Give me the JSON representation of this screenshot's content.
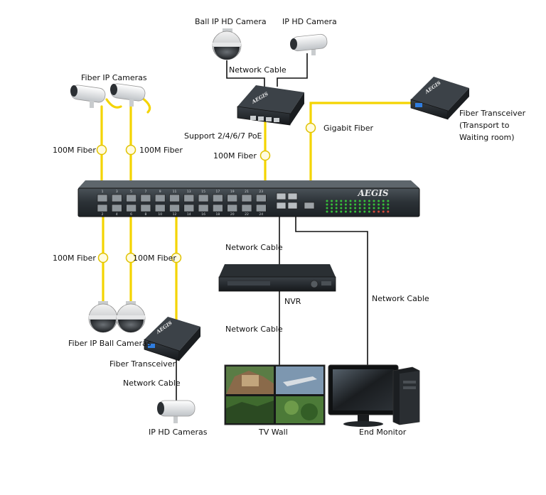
{
  "labels": {
    "ball_ip_hd_camera": "Ball IP HD Camera",
    "ip_hd_camera": "IP HD Camera",
    "network_cable_top": "Network Cable",
    "fiber_ip_cameras": "Fiber IP Cameras",
    "support_poe": "Support 2/4/6/7 PoE",
    "gigabit_fiber": "Gigabit Fiber",
    "fiber_transceiver_right_1": "Fiber Transceiver",
    "fiber_transceiver_right_2": "(Transport to",
    "fiber_transceiver_right_3": "Waiting room)",
    "fiber_100m_a": "100M Fiber",
    "fiber_100m_b": "100M Fiber",
    "fiber_100m_c": "100M Fiber",
    "fiber_100m_d": "100M Fiber",
    "fiber_100m_e": "100M Fiber",
    "network_cable_nvr_in": "Network Cable",
    "nvr": "NVR",
    "network_cable_nvr_out": "Network Cable",
    "network_cable_monitor": "Network Cable",
    "fiber_ip_ball_cameras": "Fiber IP Ball Cameras",
    "fiber_transceiver_left": "Fiber Transceiver",
    "network_cable_bottom": "Network Cable",
    "ip_hd_cameras": "IP HD Cameras",
    "tv_wall": "TV Wall",
    "end_monitor": "End Monitor"
  },
  "switch": {
    "brand": "AEGIS",
    "top_port_numbers": [
      "1",
      "3",
      "5",
      "7",
      "9",
      "11",
      "13",
      "15",
      "17",
      "19",
      "21",
      "23"
    ],
    "bottom_port_numbers": [
      "2",
      "4",
      "6",
      "8",
      "10",
      "12",
      "14",
      "16",
      "18",
      "20",
      "22",
      "24"
    ]
  },
  "devices": {
    "poe_switch_brand": "AEGIS",
    "transceiver_right_brand": "AEGIS",
    "transceiver_left_brand": "AEGIS"
  },
  "colors": {
    "fiber": "#f4d400",
    "cable": "#111111",
    "switch_body": "#2b3136",
    "led": "#36c13a"
  }
}
